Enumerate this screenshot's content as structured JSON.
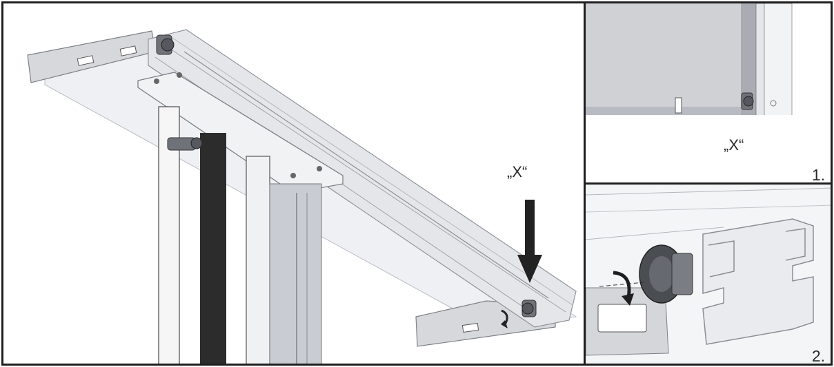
{
  "main": {
    "callout_label": "„X“"
  },
  "detail1": {
    "callout_label": "„X“",
    "step_number": "1."
  },
  "detail2": {
    "step_number": "2."
  },
  "colors": {
    "frame": "#1e1e1e",
    "metal_light": "#e4e6ea",
    "metal_mid": "#c9ccd2",
    "metal_dark": "#8f939a",
    "column_dark": "#2c2c2c",
    "arrow": "#222222"
  }
}
